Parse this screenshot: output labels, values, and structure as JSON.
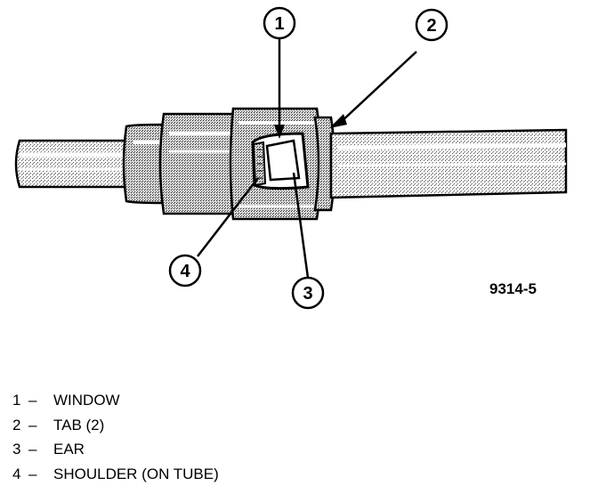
{
  "figure_id": "9314-5",
  "callouts": [
    {
      "number": "1",
      "label": "WINDOW"
    },
    {
      "number": "2",
      "label": "TAB (2)"
    },
    {
      "number": "3",
      "label": "EAR"
    },
    {
      "number": "4",
      "label": "SHOULDER (ON TUBE)"
    }
  ],
  "legend_separator": "–",
  "colors": {
    "line": "#000000",
    "shading": "#c8c8c8",
    "background": "#ffffff"
  }
}
